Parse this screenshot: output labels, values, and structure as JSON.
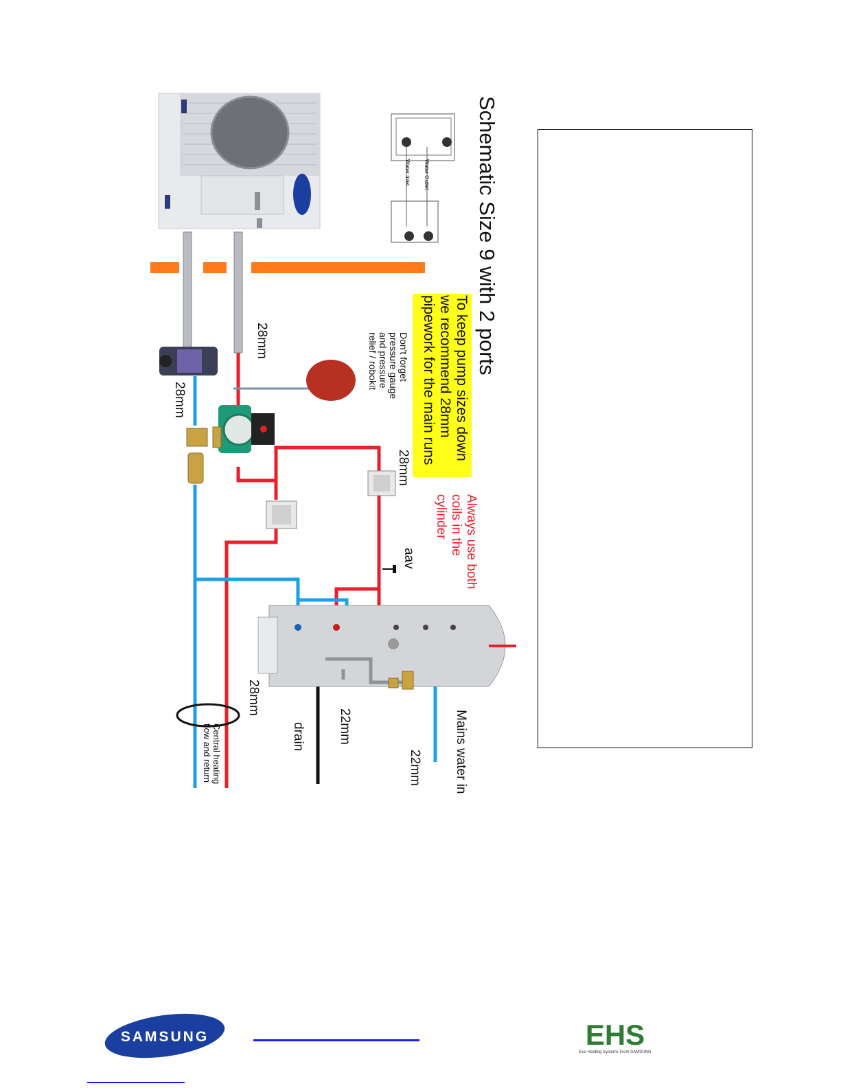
{
  "title": "Schematic Size 9 with 2 ports",
  "notes": {
    "pump_sizing": "To keep pump sizes down we recommend 28mm pipework for the main runs",
    "pump_sizing_lines": [
      "To keep pump sizes down",
      "we recommend 28mm",
      "pipework for the main runs"
    ],
    "pressure_lines": [
      "Don't forget",
      "pressure gauge",
      "and pressure",
      "relief / robokit"
    ],
    "coils_lines": [
      "Always use both",
      "coils in the",
      "cylinder"
    ]
  },
  "pipe_labels": {
    "flow_top": "28mm",
    "return_top": "28mm",
    "port_valve": "28mm",
    "heating_run": "28mm",
    "drain_size": "22mm",
    "mains_size": "22mm"
  },
  "component_labels": {
    "aav": "aav",
    "drain": "drain",
    "mains_water_in": "Mains water in",
    "central_heating": [
      "Central heating",
      "flow and return"
    ],
    "water_outlet": "Water Outlet",
    "water_inlet": "Water Inlet"
  },
  "brand": {
    "samsung_logo_text": "SAMSUNG",
    "ehs_logo_text": "EHS",
    "ehs_tagline": "Eco Heating Systems From SAMSUNG"
  },
  "colors": {
    "flow": "#e8202a",
    "return": "#1ea0e8",
    "drain": "#111111",
    "wall": "#ff7a1a",
    "note_bg": "#ffff1a",
    "coils_text": "#e8202a",
    "samsung_blue": "#1a3fa0",
    "ehs_green": "#2e7d32"
  }
}
